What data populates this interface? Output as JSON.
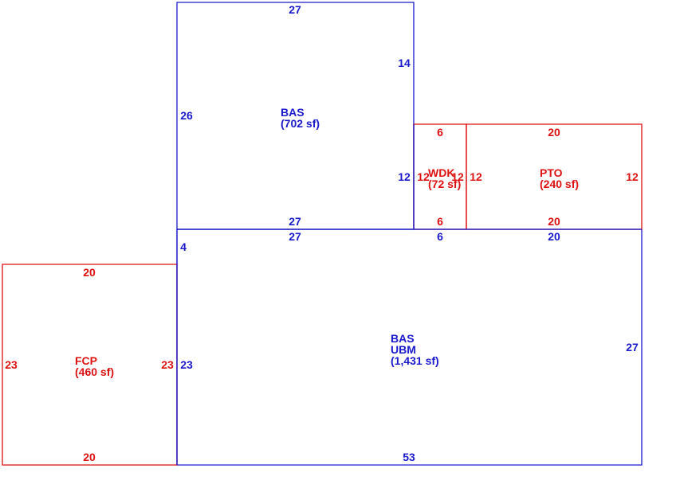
{
  "colors": {
    "living": "#1a1acc",
    "other": "#dd1111"
  },
  "areas": {
    "bas_upper": {
      "code": "BAS",
      "size": "(702 sf)"
    },
    "bas_lower": {
      "code": "BAS",
      "code2": "UBM",
      "size": "(1,431 sf)"
    },
    "wdk": {
      "code": "WDK",
      "size": "(72 sf)"
    },
    "pto": {
      "code": "PTO",
      "size": "(240 sf)"
    },
    "fcp": {
      "code": "FCP",
      "size": "(460 sf)"
    }
  },
  "dims": {
    "bas_upper_top": "27",
    "bas_upper_right": "14",
    "bas_upper_left": "26",
    "bas_upper_step": "12",
    "bas_upper_bottom": "27",
    "wdk_top": "6",
    "wdk_left": "12",
    "wdk_right": "12",
    "wdk_bottom": "6",
    "pto_top": "20",
    "pto_left": "12",
    "pto_right": "12",
    "pto_bottom": "20",
    "bas_lower_top1": "27",
    "bas_lower_top2": "6",
    "bas_lower_top3": "20",
    "bas_lower_left_upper": "4",
    "bas_lower_left_lower": "23",
    "bas_lower_right": "27",
    "bas_lower_bottom": "53",
    "fcp_top": "20",
    "fcp_left": "23",
    "fcp_right": "23",
    "fcp_bottom": "20"
  }
}
